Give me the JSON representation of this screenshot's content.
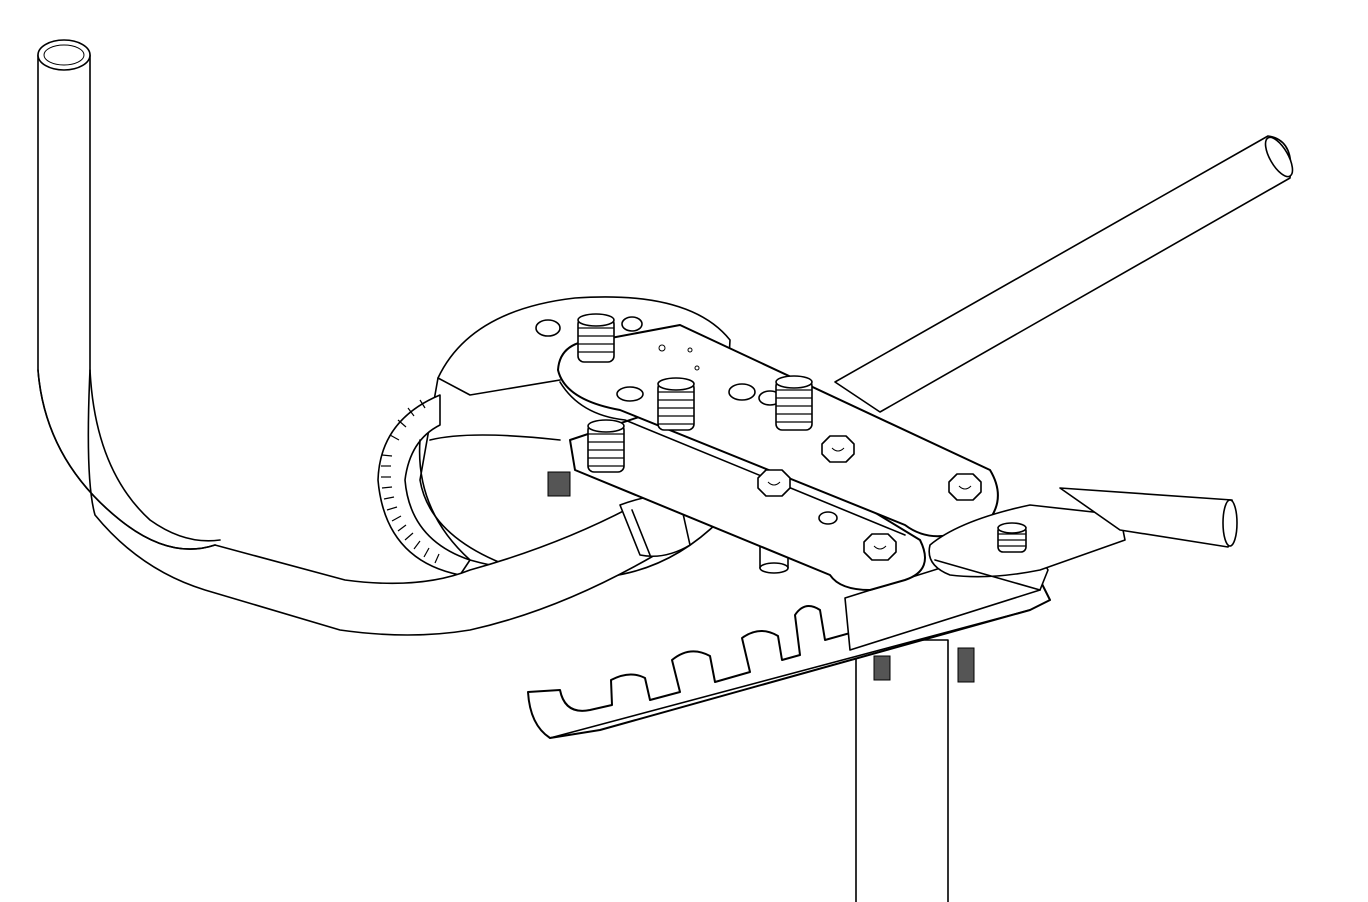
{
  "drawing": {
    "subject": "pipe-bender-assembly",
    "style": "black-line-art-on-white",
    "colors": {
      "background": "#ffffff",
      "line": "#000000",
      "shade": "#555555"
    },
    "bolts": {
      "knurled_studs": 5,
      "hex_nuts": 4,
      "lower_bolts": 2
    }
  }
}
